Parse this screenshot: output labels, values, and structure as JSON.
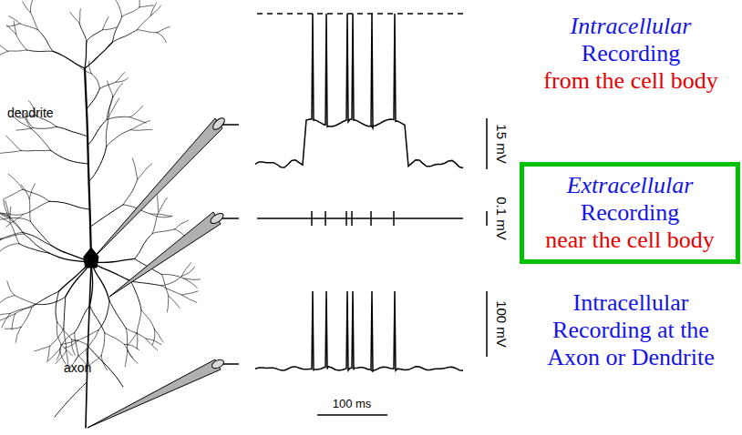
{
  "diagram": {
    "nodes": [
      {
        "text": [
          "Extracellular",
          "Recording",
          "near the cell body"
        ]
      }
    ],
    "labels": [
      "dendrite",
      "axon",
      "15 mV",
      "0.1 mV",
      "100 mV",
      "100 ms",
      "Intracellular",
      "Recording",
      "from the cell body",
      "Intracellular Recording at the Axon or Dendrite"
    ]
  }
}
